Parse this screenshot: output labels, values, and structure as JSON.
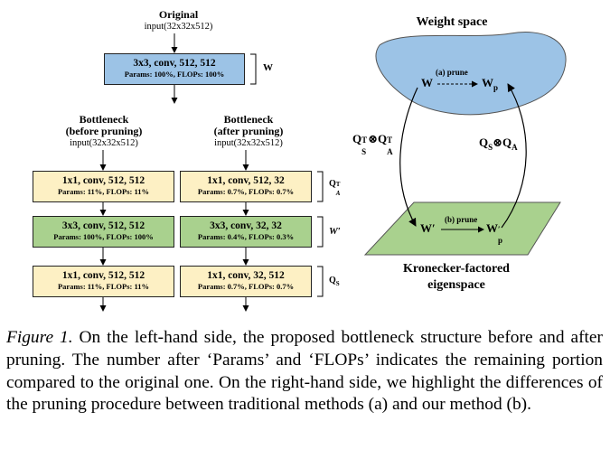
{
  "left": {
    "original": {
      "title": "Original",
      "input": "input(32x32x512)",
      "box": {
        "line1": "3x3, conv, 512, 512",
        "line2": "Params: 100%, FLOPs: 100%"
      },
      "side_label": "W"
    },
    "before": {
      "title1": "Bottleneck",
      "title2": "(before pruning)",
      "input": "input(32x32x512)",
      "boxes": [
        {
          "line1": "1x1, conv, 512, 512",
          "line2": "Params: 11%, FLOPs: 11%"
        },
        {
          "line1": "3x3, conv, 512, 512",
          "line2": "Params: 100%, FLOPs: 100%"
        },
        {
          "line1": "1x1, conv, 512, 512",
          "line2": "Params: 11%, FLOPs: 11%"
        }
      ]
    },
    "after": {
      "title1": "Bottleneck",
      "title2": "(after pruning)",
      "input": "input(32x32x512)",
      "boxes": [
        {
          "line1": "1x1, conv, 512, 32",
          "line2": "Params: 0.7%, FLOPs: 0.7%"
        },
        {
          "line1": "3x3, conv, 32, 32",
          "line2": "Params: 0.4%, FLOPs: 0.3%"
        },
        {
          "line1": "1x1, conv, 32, 512",
          "line2": "Params: 0.7%, FLOPs: 0.7%"
        }
      ],
      "side_labels": {
        "q_base": "Q",
        "q_sup": "T",
        "q_sub": "A",
        "w_prime": "W′",
        "qs_base": "Q",
        "qs_sub": "S"
      }
    }
  },
  "right": {
    "weight_space": "Weight space",
    "prune_a": "(a) prune",
    "prune_b": "(b) prune",
    "w": "W",
    "wp_base": "W",
    "wp_sub": "p",
    "wprime": "W′",
    "wpprime_base": "W",
    "wpprime_sup": "′",
    "wpprime_sub": "p",
    "left_arrow": {
      "q1": "Q",
      "q1_sup": "T",
      "q1_sub": "S",
      "otimes": "⊗",
      "q2": "Q",
      "q2_sup": "T",
      "q2_sub": "A"
    },
    "right_arrow": {
      "q1": "Q",
      "q1_sub": "S",
      "otimes": "⊗",
      "q2": "Q",
      "q2_sub": "A"
    },
    "kron_line1": "Kronecker-factored",
    "kron_line2": "eigenspace"
  },
  "caption": {
    "label": "Figure 1.",
    "text": " On the left-hand side, the proposed bottleneck structure before and after pruning. The number after ‘Params’ and ‘FLOPs’ indicates the remaining portion compared to the original one. On the right-hand side, we highlight the differences of the pruning procedure between traditional methods (a) and our method (b)."
  },
  "colors": {
    "blue": "#9cc3e6",
    "yellow": "#fdf0c4",
    "green": "#a9d18e"
  }
}
